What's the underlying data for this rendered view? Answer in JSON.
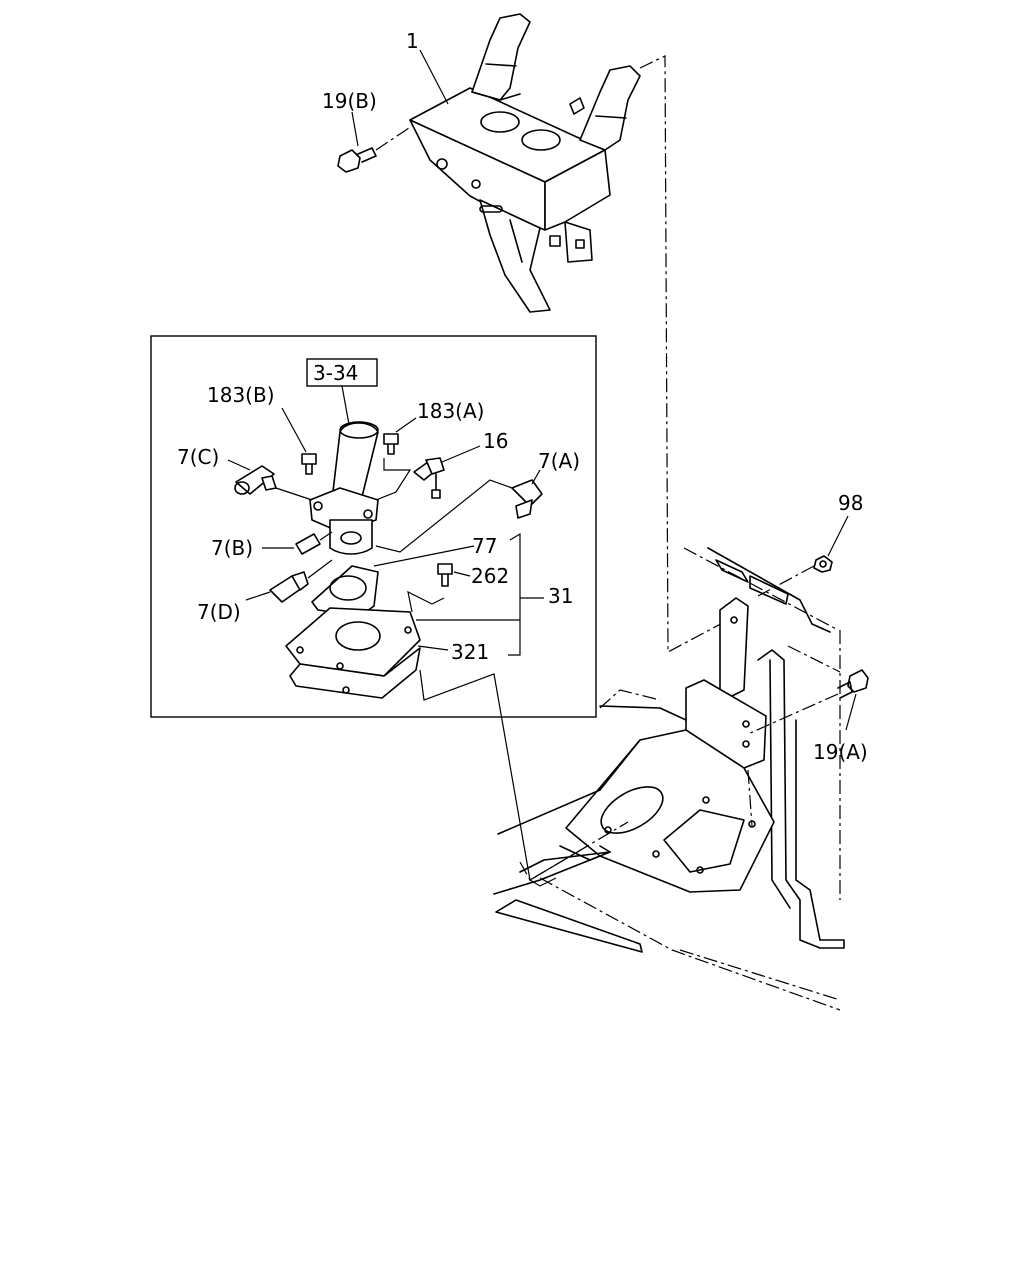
{
  "diagram": {
    "callouts": {
      "p1": "1",
      "p19b": "19(B)",
      "p334": "3-34",
      "p183b": "183(B)",
      "p183a": "183(A)",
      "p16": "16",
      "p7c": "7(C)",
      "p7a": "7(A)",
      "p7b": "7(B)",
      "p7d": "7(D)",
      "p77": "77",
      "p262": "262",
      "p31": "31",
      "p321": "321",
      "p98": "98",
      "p19a": "19(A)"
    },
    "colors": {
      "ink": "#000000",
      "paper": "#ffffff"
    }
  }
}
